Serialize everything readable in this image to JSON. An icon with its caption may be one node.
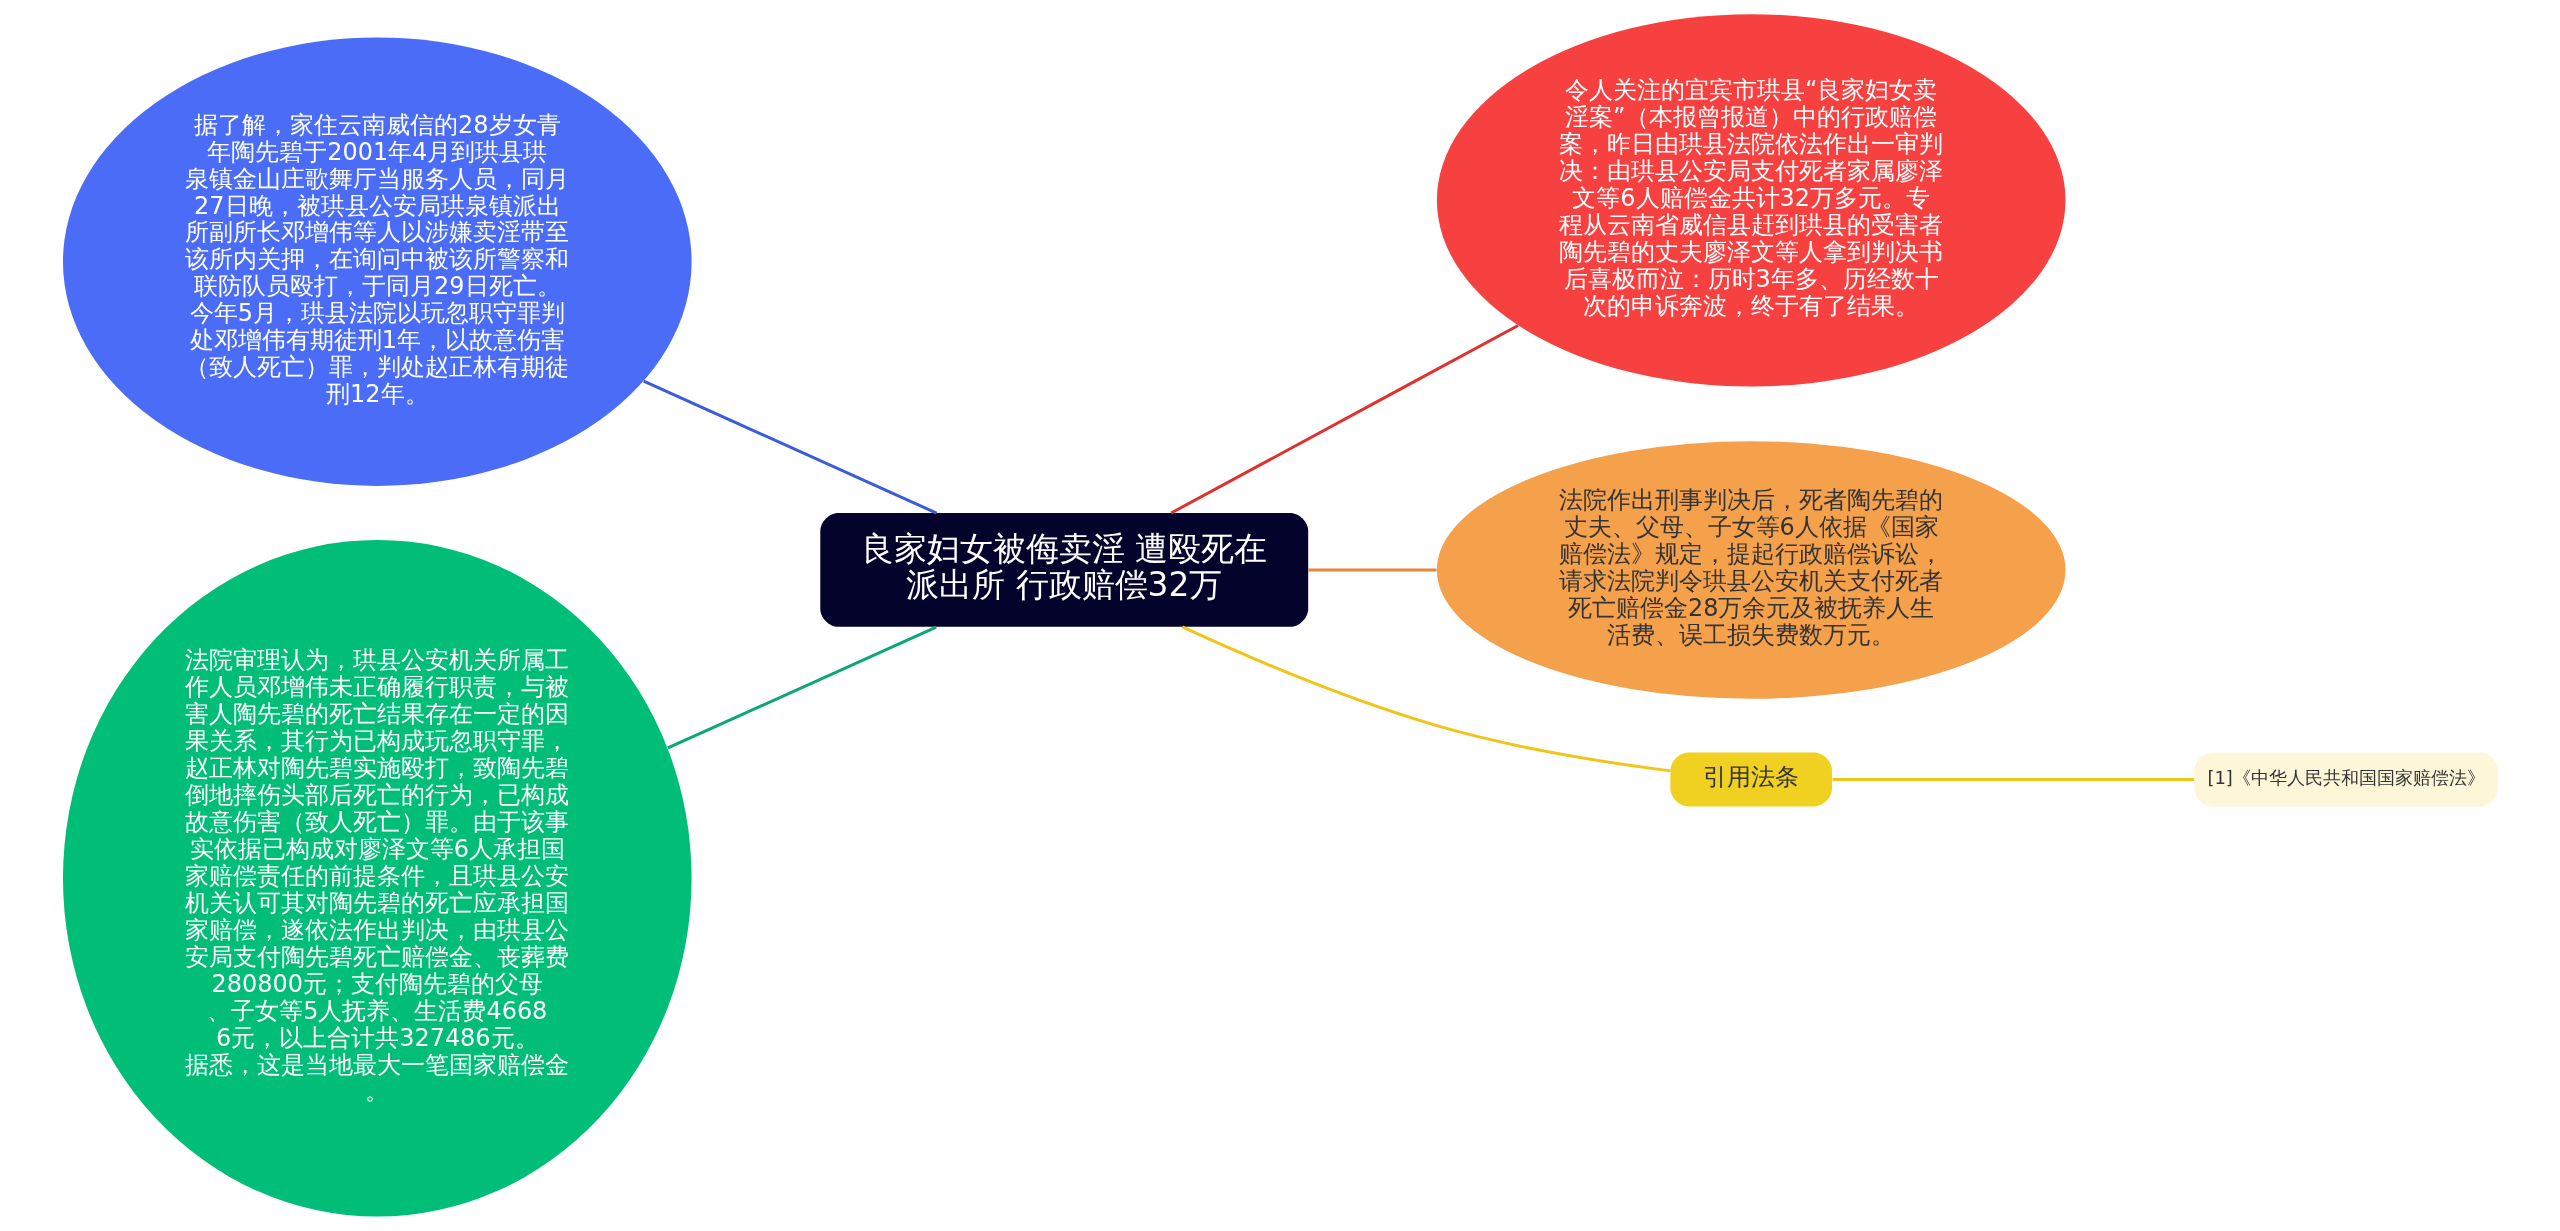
{
  "diagram": {
    "nodes": [
      {
        "text": [
          "良家妇女被侮卖淫 遭殴死在派出所 行政赔偿32万"
        ]
      },
      {
        "text": [
          "据了解，家住云南威信的28岁女青年陶先碧于2001年4月到珙县珙泉镇金山庄歌舞厅当服务人员，同月27日晚，被珙县公安局珙泉镇派出所副所长邓增伟等人以涉嫌卖淫带至该所内关押，在询问中被该所警察和联防队员殴打，于同月29日死亡。今年5月，珙县法院以玩忽职守罪判处邓增伟有期徒刑1年，以故意伤害（致人死亡）罪，判处赵正林有期徒刑12年。"
        ]
      },
      {
        "text": [
          "法院审理认为，珙县公安机关所属工作人员邓增伟未正确履行职责，与被害人陶先碧的死亡结果存在一定的因果关系，其行为已构成玩忽职守罪，赵正林对陶先碧实施殴打，致陶先碧倒地摔伤头部后死亡的行为，已构成故意伤害（致人死亡）罪。由于该事实依据已构成对廖泽文等6人承担国家赔偿责任的前提条件，且珙县公安机关认可其对陶先碧的死亡应承担国家赔偿，遂依法作出判决，由珙县公安局支付陶先碧死亡赔偿金、丧葬费280800元；支付陶先碧的父母、子女等5人抚养、生活费46686元，以上合计共327486元。据悉，这是当地最大一笔国家赔偿金。"
        ]
      },
      {
        "text": [
          "令人关注的宜宾市珙县“良家妇女卖淫案”（本报曾报道）中的行政赔偿案，昨日由珙县法院依法作出一审判决：由珙县公安局支付死者家属廖泽文等6人赔偿金共计32万多元。专程从云南省威信县赶到珙县的受害者陶先碧的丈夫廖泽文等人拿到判决书后喜极而泣：历时3年多、历经数十次的申诉奔波，终于有了结果。"
        ]
      },
      {
        "text": [
          "法院作出刑事判决后，死者陶先碧的丈夫、父母、子女等6人依据《国家赔偿法》规定，提起行政赔偿诉讼，请求法院判令珙县公安机关支付死者死亡赔偿金28万余元及被抚养人生活费、误工损失费数万元。"
        ]
      },
      {
        "text": [
          "引用法条"
        ]
      },
      {
        "text": [
          "[1]《中华人民共和国国家赔偿法》"
        ]
      }
    ],
    "edges": [
      {
        "from": 0,
        "to": 1,
        "arrow": "none",
        "color": "#3b5bdb"
      },
      {
        "from": 0,
        "to": 2,
        "arrow": "none",
        "color": "#0ca678"
      },
      {
        "from": 0,
        "to": 3,
        "arrow": "none",
        "color": "#e03131"
      },
      {
        "from": 0,
        "to": 4,
        "arrow": "none",
        "color": "#e8863a"
      },
      {
        "from": 0,
        "to": 5,
        "arrow": "none",
        "color": "#f0c419"
      },
      {
        "from": 5,
        "to": 6,
        "arrow": "none",
        "color": "#f0c419"
      }
    ]
  }
}
